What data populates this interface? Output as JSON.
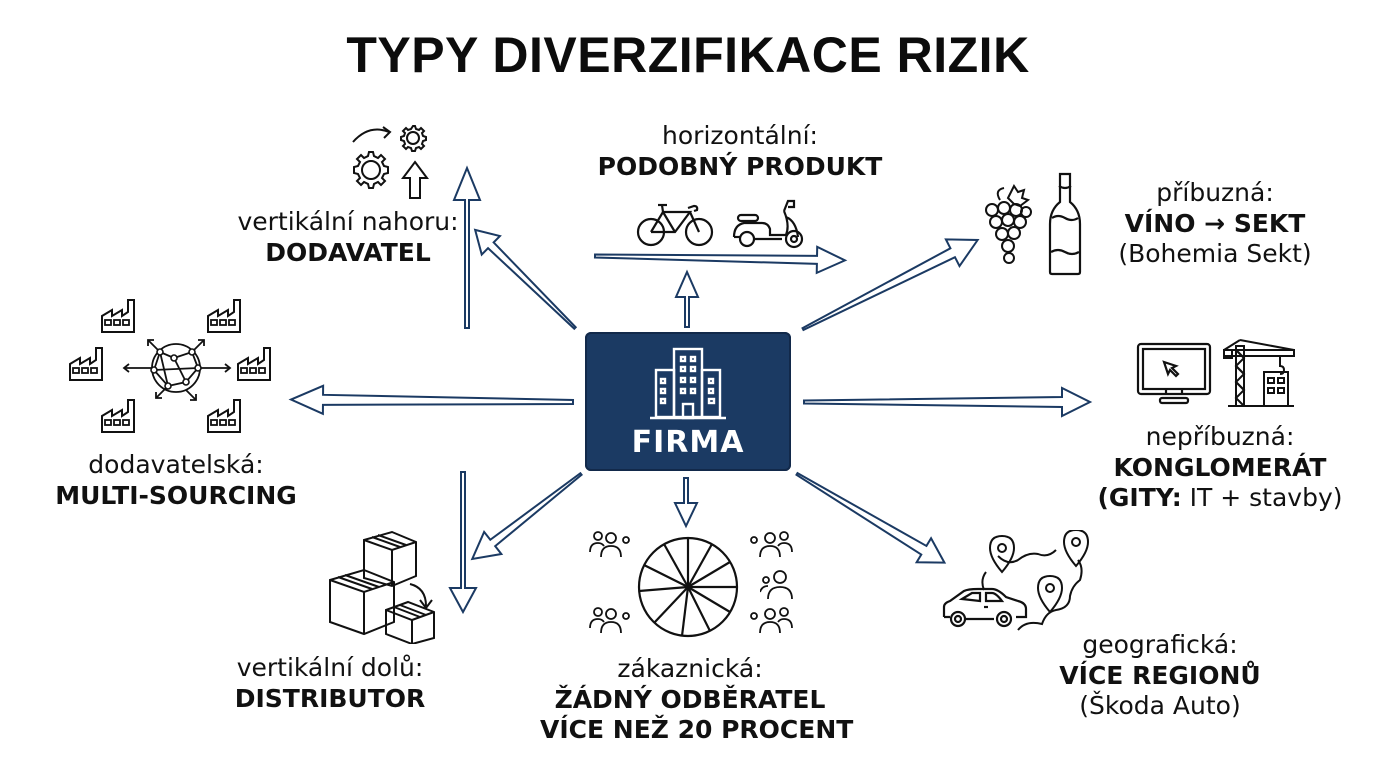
{
  "title": "TYPY DIVERZIFIKACE RIZIK",
  "colors": {
    "accent": "#1b3a63",
    "arrow_stroke": "#1b3a63",
    "text": "#111111",
    "background": "#ffffff"
  },
  "center": {
    "label": "FIRMA",
    "icon": "office-building-icon"
  },
  "nodes": [
    {
      "id": "vertical-up",
      "type": "vertikální nahoru:",
      "value": "DODAVATEL",
      "icon": "gears-up-arrow-icon"
    },
    {
      "id": "horizontal",
      "type": "horizontální:",
      "value": "PODOBNÝ PRODUKT",
      "icons": [
        "bicycle-icon",
        "scooter-icon"
      ]
    },
    {
      "id": "related",
      "type": "příbuzná:",
      "value": "VÍNO → SEKT",
      "example": "(Bohemia Sekt)",
      "icons": [
        "grapes-icon",
        "sparkling-wine-bottle-icon"
      ]
    },
    {
      "id": "supplier",
      "type": "dodavatelská:",
      "value": "MULTI-SOURCING",
      "icon": "factory-network-icon"
    },
    {
      "id": "unrelated",
      "type": "nepříbuzná:",
      "value": "KONGLOMERÁT",
      "example_bold": "(GITY:",
      "example_rest": " IT + stavby)",
      "icons": [
        "computer-monitor-icon",
        "construction-crane-icon"
      ]
    },
    {
      "id": "vertical-down",
      "type": "vertikální dolů:",
      "value": "DISTRIBUTOR",
      "icon": "boxes-icon"
    },
    {
      "id": "customer",
      "type": "zákaznická:",
      "value_line1": "ŽÁDNÝ ODBĚRATEL",
      "value_line2": "VÍCE NEŽ 20 PROCENT",
      "icons": [
        "pie-chart-icon",
        "customer-groups-icon"
      ]
    },
    {
      "id": "geographic",
      "type": "geografická:",
      "value": "VÍCE REGIONŮ",
      "example": "(Škoda Auto)",
      "icons": [
        "car-icon",
        "map-pins-icon"
      ]
    }
  ]
}
